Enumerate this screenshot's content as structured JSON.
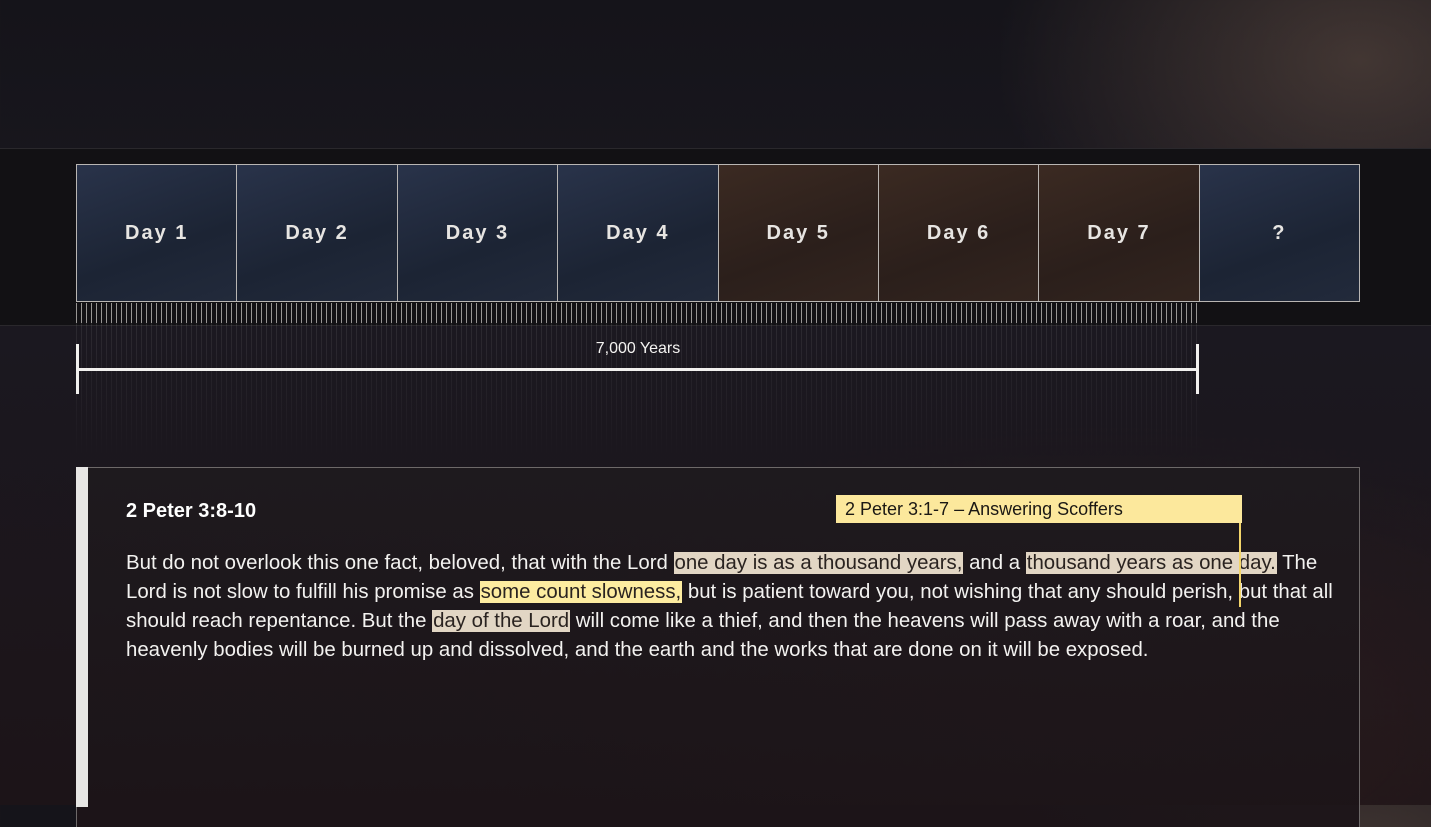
{
  "timeline": {
    "days": [
      {
        "label": "Day 1",
        "tone": "blue"
      },
      {
        "label": "Day 2",
        "tone": "blue"
      },
      {
        "label": "Day 3",
        "tone": "blue"
      },
      {
        "label": "Day 4",
        "tone": "blue"
      },
      {
        "label": "Day 5",
        "tone": "brown"
      },
      {
        "label": "Day 6",
        "tone": "brown"
      },
      {
        "label": "Day 7",
        "tone": "brown"
      },
      {
        "label": "?",
        "tone": "blue"
      }
    ],
    "span_label": "7,000 Years"
  },
  "scripture": {
    "reference": "2 Peter 3:8-10",
    "segments": [
      {
        "text": "But do not overlook this one fact, beloved, that with the Lord ",
        "hl": ""
      },
      {
        "text": "one day is as a thousand years,",
        "hl": "tan"
      },
      {
        "text": " and a ",
        "hl": ""
      },
      {
        "text": "thousand years as one day.",
        "hl": "tan"
      },
      {
        "text": " The Lord is not slow to fulfill his promise as ",
        "hl": ""
      },
      {
        "text": "some count slowness,",
        "hl": "yellow"
      },
      {
        "text": " but is patient toward you, not wishing that any should perish, but that all should reach repentance. But the ",
        "hl": ""
      },
      {
        "text": "day of the Lord",
        "hl": "tan"
      },
      {
        "text": " will come like a thief, and then the heavens will pass away with a roar, and the heavenly bodies will be burned up and dissolved, and the earth and the works that are done on it will be exposed.",
        "hl": ""
      }
    ]
  },
  "callout": {
    "text": "2 Peter 3:1-7 – Answering Scoffers"
  },
  "colors": {
    "highlight_tan": "#e2d6c4",
    "highlight_yellow": "#fdeca0",
    "callout_bg": "#fce89c"
  }
}
